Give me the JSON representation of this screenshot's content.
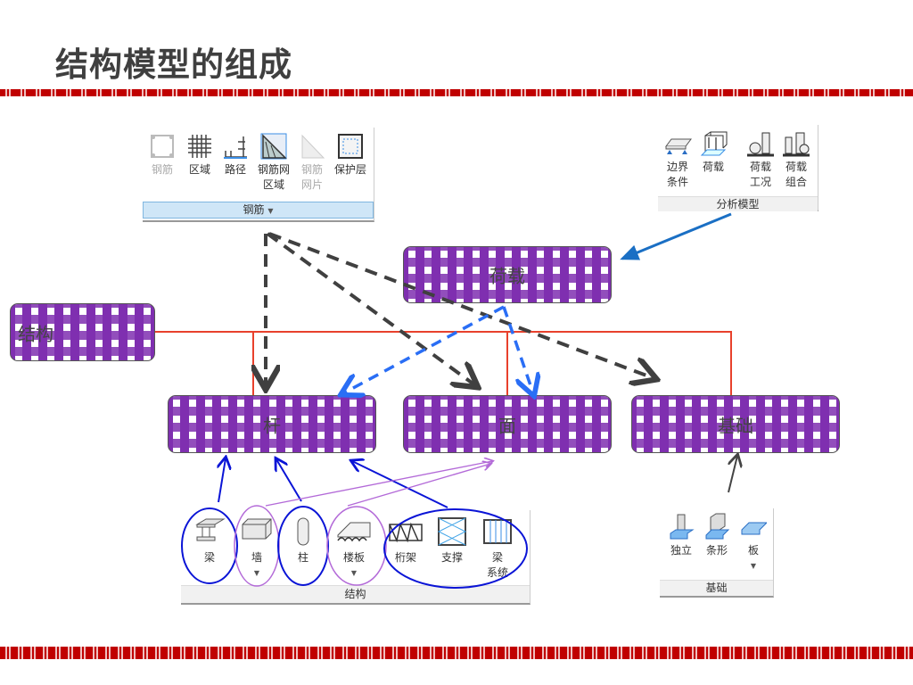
{
  "title": "结构模型的组成",
  "boxes": {
    "load": "荷载",
    "structure": "结构",
    "member": "杆",
    "surface": "面",
    "foundation": "基础"
  },
  "rebar_panel": {
    "items": [
      {
        "l1": "钢筋",
        "l2": ""
      },
      {
        "l1": "区域",
        "l2": ""
      },
      {
        "l1": "路径",
        "l2": ""
      },
      {
        "l1": "钢筋网",
        "l2": "区域"
      },
      {
        "l1": "钢筋",
        "l2": "网片"
      },
      {
        "l1": "保护层",
        "l2": ""
      }
    ],
    "group": "钢筋"
  },
  "analysis_panel": {
    "items": [
      {
        "l1": "边界",
        "l2": "条件"
      },
      {
        "l1": "荷载",
        "l2": ""
      },
      {
        "l1": "荷载",
        "l2": "工况"
      },
      {
        "l1": "荷载",
        "l2": "组合"
      }
    ],
    "group": "分析模型"
  },
  "structure_panel": {
    "items": [
      {
        "l1": "梁",
        "l2": ""
      },
      {
        "l1": "墙",
        "l2": ""
      },
      {
        "l1": "柱",
        "l2": ""
      },
      {
        "l1": "楼板",
        "l2": ""
      },
      {
        "l1": "桁架",
        "l2": ""
      },
      {
        "l1": "支撑",
        "l2": ""
      },
      {
        "l1": "梁",
        "l2": "系统"
      }
    ],
    "group": "结构"
  },
  "foundation_panel": {
    "items": [
      {
        "l1": "独立"
      },
      {
        "l1": "条形"
      },
      {
        "l1": "板"
      }
    ],
    "group": "基础"
  },
  "colors": {
    "purple": "#7f2fb0",
    "red_band": "#c00000",
    "red_line": "#e8412c",
    "blue_dash": "#2a6ef5",
    "blue_ellipse": "#0a14d6",
    "violet": "#b36ad8"
  }
}
